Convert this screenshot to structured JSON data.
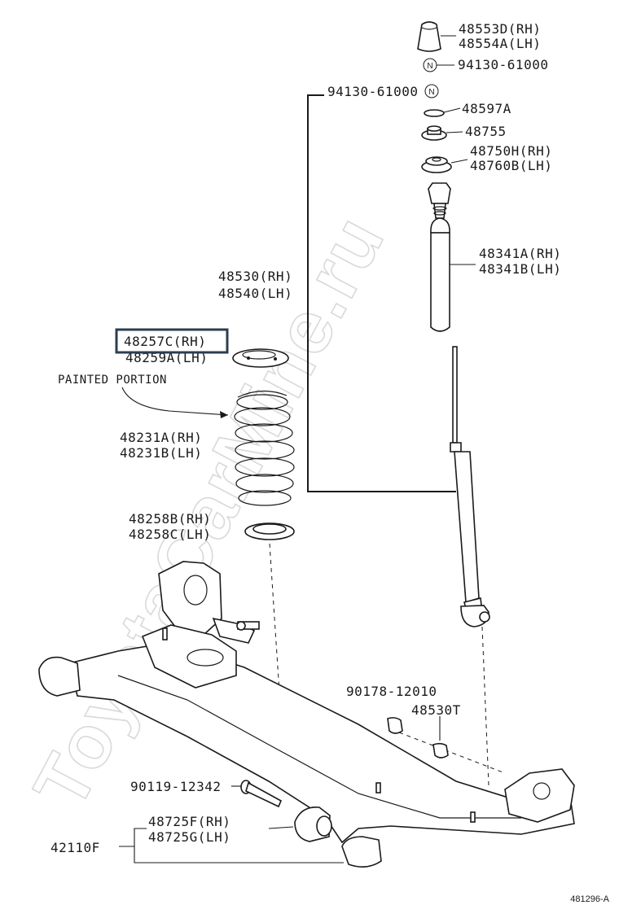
{
  "watermark": "ToyotaCarMine.ru",
  "highlight_label": "48257C(RH)",
  "labels": {
    "bumper_rh": "48553D(RH)",
    "bumper_lh": "48554A(LH)",
    "nut_top": "94130-61000",
    "nut_bracket": "94130-61000",
    "washer": "48597A",
    "cushion": "48755",
    "support_rh": "48750H(RH)",
    "support_lh": "48760B(LH)",
    "cover_rh": "48341A(RH)",
    "cover_lh": "48341B(LH)",
    "absorber_rh": "48530(RH)",
    "absorber_lh": "48540(LH)",
    "insulator_lh": "48259A(LH)",
    "painted": "PAINTED PORTION",
    "spring_rh": "48231A(RH)",
    "spring_lh": "48231B(LH)",
    "lower_ins_rh": "48258B(RH)",
    "lower_ins_lh": "48258C(LH)",
    "bolt_a": "90178-12010",
    "bush": "48530T",
    "bolt_b": "90119-12342",
    "axle_bush_rh": "48725F(RH)",
    "axle_bush_lh": "48725G(LH)",
    "axle_beam": "42110F",
    "figure_id": "481296-A"
  },
  "nut_symbol": "N"
}
